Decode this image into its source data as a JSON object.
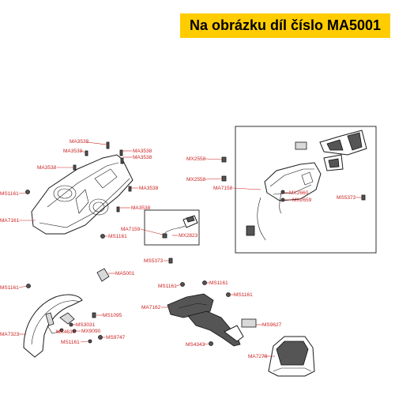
{
  "banner": {
    "text": "Na obrázku díl číslo MA5001",
    "color": "#ffcc00"
  },
  "labels": {
    "ma3538_a": "MA3538",
    "ma3538_b": "MA3538",
    "ma3538_c": "MA3538",
    "ma3538_d": "MA3538",
    "ma3538_e": "MA3538",
    "ma3538_f": "MA3538",
    "ma3538_g": "MA3538",
    "ms1161_a": "MS1161",
    "ma7161": "MA7161",
    "ms1161_b": "MS1161",
    "ma7159": "MA7159",
    "mx2823": "MX2823",
    "ms5373_a": "MS5373",
    "mx2558_a": "MX2558",
    "mx2558_b": "MX2558",
    "ma7158": "MA7158",
    "mx2660": "MX2660",
    "mx2659": "MX2659",
    "ms5373_b": "MS5373",
    "ma5001": "MA5001",
    "ms1161_c": "MS1161",
    "ms1095": "MS1095",
    "ma7323": "MA7323",
    "ms3031": "MS3031",
    "mx4637": "MX4637",
    "mx9090": "MX9090",
    "ms1161_d": "MS1161",
    "ms9747": "MS9747",
    "ms1161_e": "MS1161",
    "ms1161_f": "MS1161",
    "ms1161_g": "MS1161",
    "ma7162": "MA7162",
    "ms9627": "MS9627",
    "ms4343": "MS4343",
    "ma7278": "MA7278"
  },
  "colors": {
    "label": "#cc2222",
    "outline": "#1a1a1a"
  }
}
